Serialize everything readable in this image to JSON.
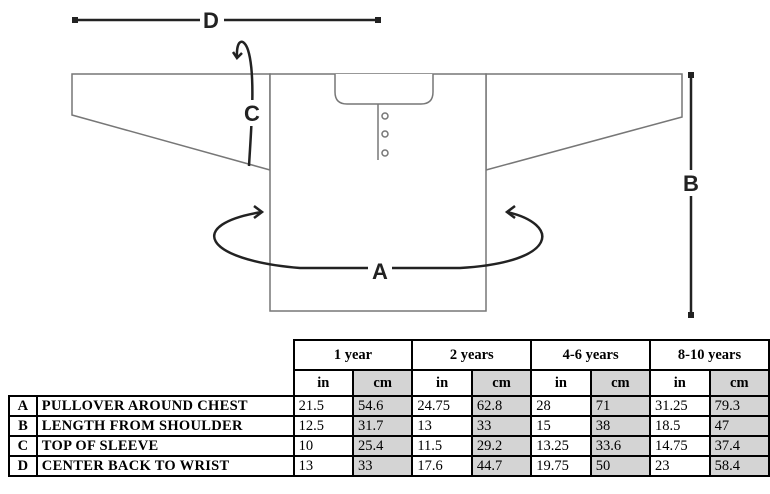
{
  "diagram": {
    "labels": {
      "a": "A",
      "b": "B",
      "c": "C",
      "d": "D"
    }
  },
  "table": {
    "sizes": [
      {
        "label": "1 year"
      },
      {
        "label": "2 years"
      },
      {
        "label": "4-6 years"
      },
      {
        "label": "8-10 years"
      }
    ],
    "units": {
      "in": "in",
      "cm": "cm"
    },
    "rows": [
      {
        "key": "A",
        "desc": "PULLOVER AROUND CHEST",
        "values": [
          "21.5",
          "54.6",
          "24.75",
          "62.8",
          "28",
          "71",
          "31.25",
          "79.3"
        ]
      },
      {
        "key": "B",
        "desc": "LENGTH FROM SHOULDER",
        "values": [
          "12.5",
          "31.7",
          "13",
          "33",
          "15",
          "38",
          "18.5",
          "47"
        ]
      },
      {
        "key": "C",
        "desc": "TOP OF SLEEVE",
        "values": [
          "10",
          "25.4",
          "11.5",
          "29.2",
          "13.25",
          "33.6",
          "14.75",
          "37.4"
        ]
      },
      {
        "key": "D",
        "desc": "CENTER BACK TO WRIST",
        "values": [
          "13",
          "33",
          "17.6",
          "44.7",
          "19.75",
          "50",
          "23",
          "58.4"
        ]
      }
    ]
  }
}
